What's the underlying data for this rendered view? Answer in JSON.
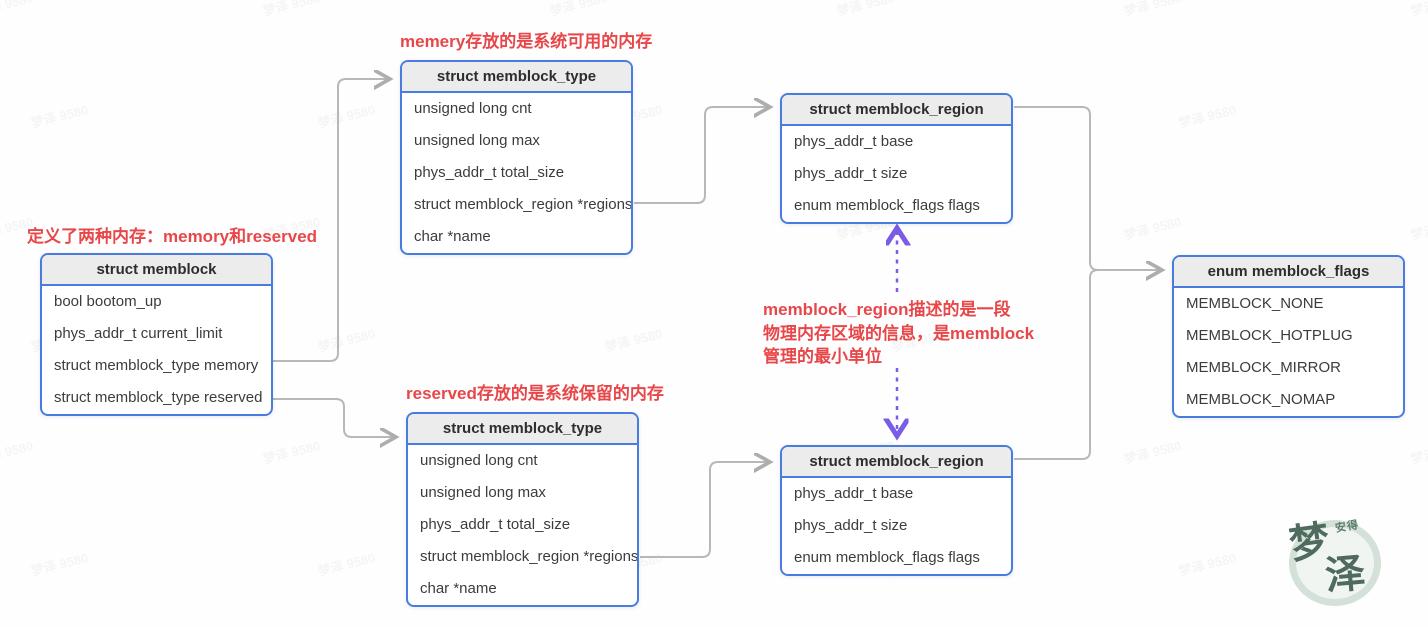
{
  "annotations": {
    "memory_note": "memery存放的是系统可用的内存",
    "define_note": "定义了两种内存：memory和reserved",
    "reserved_note": "reserved存放的是系统保留的内存",
    "region_note_lines": {
      "l1": "memblock_region描述的是一段",
      "l2": "物理内存区域的信息，是memblock",
      "l3": "管理的最小单位"
    }
  },
  "boxes": {
    "memblock": {
      "title": "struct memblock",
      "fields": [
        "bool bootom_up",
        "phys_addr_t current_limit",
        "struct memblock_type memory",
        "struct memblock_type reserved"
      ]
    },
    "memblock_type_memory": {
      "title": "struct memblock_type",
      "fields": [
        "unsigned long cnt",
        "unsigned long max",
        "phys_addr_t total_size",
        "struct memblock_region *regions",
        "char *name"
      ]
    },
    "memblock_type_reserved": {
      "title": "struct memblock_type",
      "fields": [
        "unsigned long cnt",
        "unsigned long max",
        "phys_addr_t total_size",
        "struct memblock_region *regions",
        "char *name"
      ]
    },
    "memblock_region_top": {
      "title": "struct memblock_region",
      "fields": [
        "phys_addr_t base",
        "phys_addr_t size",
        "enum memblock_flags flags"
      ]
    },
    "memblock_region_bottom": {
      "title": "struct memblock_region",
      "fields": [
        "phys_addr_t base",
        "phys_addr_t size",
        "enum memblock_flags flags"
      ]
    },
    "memblock_flags": {
      "title": "enum memblock_flags",
      "fields": [
        "MEMBLOCK_NONE",
        "MEMBLOCK_HOTPLUG",
        "MEMBLOCK_MIRROR",
        "MEMBLOCK_NOMAP"
      ]
    }
  },
  "stamp": {
    "char1": "梦",
    "char2": "泽",
    "small": "安得"
  },
  "watermark": {
    "text": "梦泽 9580"
  },
  "colors": {
    "box_border": "#4a7ce0",
    "header_bg": "#ececec",
    "annotation_red": "#e8474a",
    "connector_gray": "#b8b8b8",
    "dashed_purple": "#7a5ce6"
  }
}
